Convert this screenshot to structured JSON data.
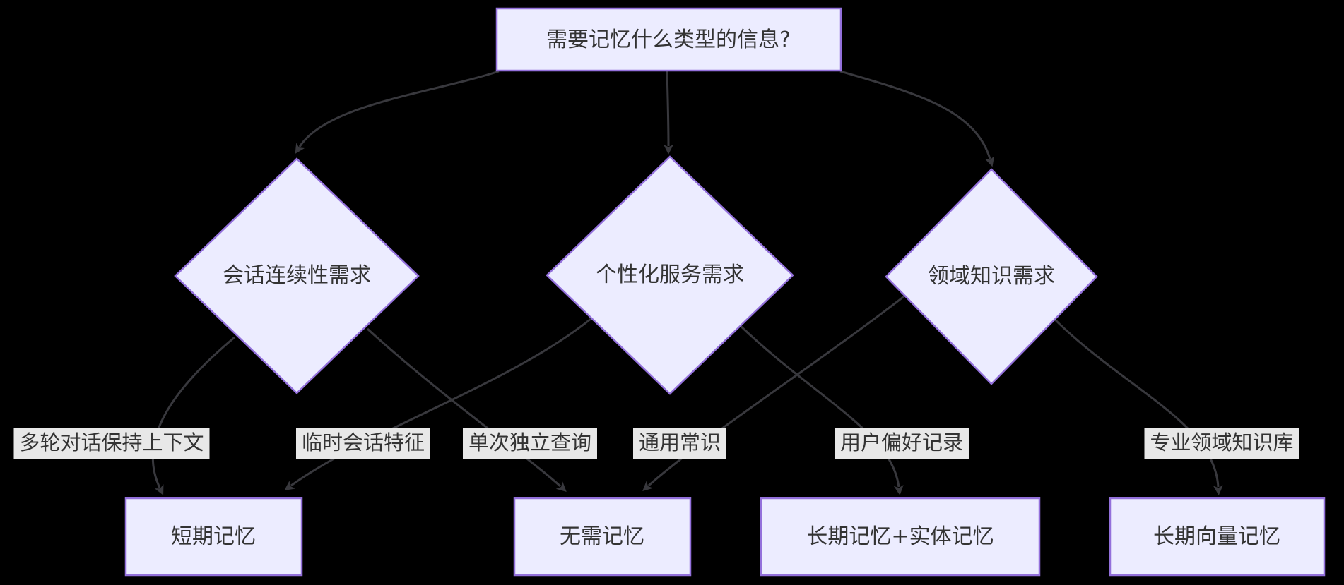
{
  "diagram": {
    "type": "flowchart",
    "direction": "top-down",
    "colors": {
      "background": "#000000",
      "node_fill": "#ECECFF",
      "node_border": "#9370DB",
      "edge_line": "#38383d",
      "edge_label_bg": "#e8e8e8",
      "text": "#333333"
    },
    "root_node": {
      "id": "question",
      "shape": "rectangle",
      "label": "需要记忆什么类型的信息?"
    },
    "decision_nodes": [
      {
        "id": "session",
        "shape": "diamond",
        "label": "会话连续性需求"
      },
      {
        "id": "personalization",
        "shape": "diamond",
        "label": "个性化服务需求"
      },
      {
        "id": "domain",
        "shape": "diamond",
        "label": "领域知识需求"
      }
    ],
    "result_nodes": [
      {
        "id": "short-term",
        "shape": "rectangle",
        "label": "短期记忆"
      },
      {
        "id": "no-memory",
        "shape": "rectangle",
        "label": "无需记忆"
      },
      {
        "id": "long-term-entity",
        "shape": "rectangle",
        "label": "长期记忆+实体记忆"
      },
      {
        "id": "long-term-vector",
        "shape": "rectangle",
        "label": "长期向量记忆"
      }
    ],
    "edges": [
      {
        "from": "question",
        "to": "session",
        "label": ""
      },
      {
        "from": "question",
        "to": "personalization",
        "label": ""
      },
      {
        "from": "question",
        "to": "domain",
        "label": ""
      },
      {
        "from": "session",
        "to": "short-term",
        "label": "多轮对话保持上下文"
      },
      {
        "from": "session",
        "to": "no-memory",
        "label": "单次独立查询"
      },
      {
        "from": "personalization",
        "to": "short-term",
        "label": "临时会话特征"
      },
      {
        "from": "personalization",
        "to": "long-term-entity",
        "label": "用户偏好记录"
      },
      {
        "from": "domain",
        "to": "no-memory",
        "label": "通用常识"
      },
      {
        "from": "domain",
        "to": "long-term-vector",
        "label": "专业领域知识库"
      }
    ]
  }
}
